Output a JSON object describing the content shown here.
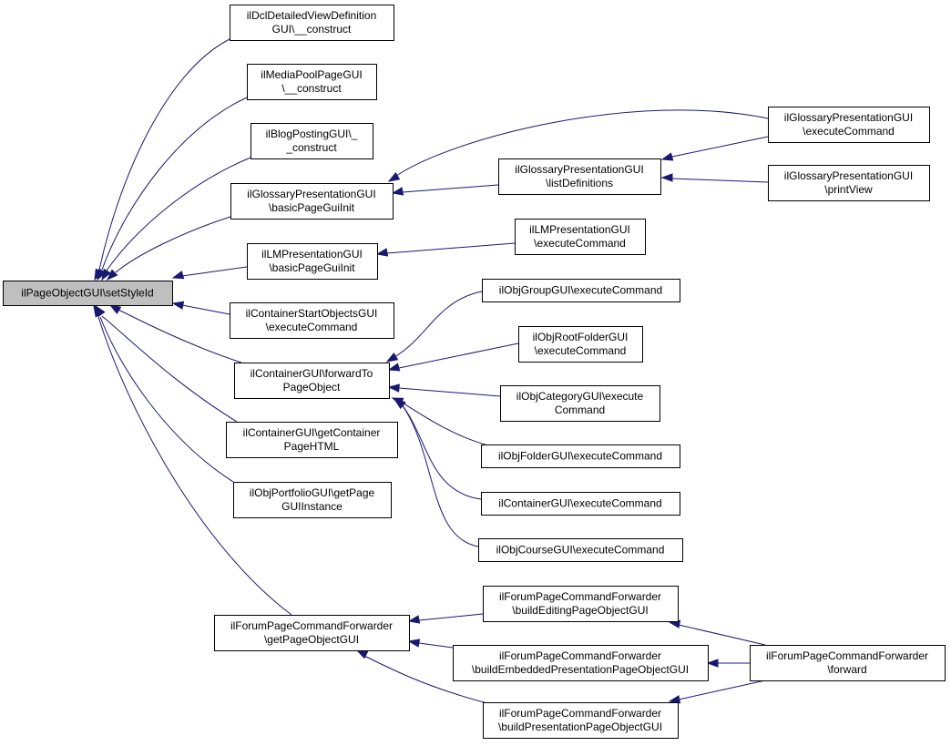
{
  "diagram": {
    "type": "call-graph",
    "title": "ilPageObjectGUI\\setStyleId",
    "edge_color": "#191970",
    "focus_fill": "#bfbfbf",
    "nodes": [
      {
        "id": "root",
        "lines": [
          "ilPageObjectGUI\\setStyleId"
        ],
        "focus": true
      },
      {
        "id": "dcl",
        "lines": [
          "ilDclDetailedViewDefinition",
          "GUI\\__construct"
        ]
      },
      {
        "id": "mediapool",
        "lines": [
          "ilMediaPoolPageGUI",
          "\\__construct"
        ]
      },
      {
        "id": "blog",
        "lines": [
          "ilBlogPostingGUI\\_",
          "_construct"
        ]
      },
      {
        "id": "glos_basic",
        "lines": [
          "ilGlossaryPresentationGUI",
          "\\basicPageGuiInit"
        ]
      },
      {
        "id": "lm_basic",
        "lines": [
          "ilLMPresentationGUI",
          "\\basicPageGuiInit"
        ]
      },
      {
        "id": "cont_start",
        "lines": [
          "ilContainerStartObjectsGUI",
          "\\executeCommand"
        ]
      },
      {
        "id": "cont_fwd",
        "lines": [
          "ilContainerGUI\\forwardTo",
          "PageObject"
        ]
      },
      {
        "id": "cont_getpage",
        "lines": [
          "ilContainerGUI\\getContainer",
          "PageHTML"
        ]
      },
      {
        "id": "portfolio",
        "lines": [
          "ilObjPortfolioGUI\\getPage",
          "GUIInstance"
        ]
      },
      {
        "id": "forum_get",
        "lines": [
          "ilForumPageCommandForwarder",
          "\\getPageObjectGUI"
        ]
      },
      {
        "id": "glos_list",
        "lines": [
          "ilGlossaryPresentationGUI",
          "\\listDefinitions"
        ]
      },
      {
        "id": "lm_exec",
        "lines": [
          "ilLMPresentationGUI",
          "\\executeCommand"
        ]
      },
      {
        "id": "group_exec",
        "lines": [
          "ilObjGroupGUI\\executeCommand"
        ]
      },
      {
        "id": "root_exec",
        "lines": [
          "ilObjRootFolderGUI",
          "\\executeCommand"
        ]
      },
      {
        "id": "cat_exec",
        "lines": [
          "ilObjCategoryGUI\\execute",
          "Command"
        ]
      },
      {
        "id": "folder_exec",
        "lines": [
          "ilObjFolderGUI\\executeCommand"
        ]
      },
      {
        "id": "cont_exec",
        "lines": [
          "ilContainerGUI\\executeCommand"
        ]
      },
      {
        "id": "course_exec",
        "lines": [
          "ilObjCourseGUI\\executeCommand"
        ]
      },
      {
        "id": "forum_edit",
        "lines": [
          "ilForumPageCommandForwarder",
          "\\buildEditingPageObjectGUI"
        ]
      },
      {
        "id": "forum_embed",
        "lines": [
          "ilForumPageCommandForwarder",
          "\\buildEmbeddedPresentationPageObjectGUI"
        ]
      },
      {
        "id": "forum_pres",
        "lines": [
          "ilForumPageCommandForwarder",
          "\\buildPresentationPageObjectGUI"
        ]
      },
      {
        "id": "glos_exec",
        "lines": [
          "ilGlossaryPresentationGUI",
          "\\executeCommand"
        ]
      },
      {
        "id": "glos_print",
        "lines": [
          "ilGlossaryPresentationGUI",
          "\\printView"
        ]
      },
      {
        "id": "forum_forward",
        "lines": [
          "ilForumPageCommandForwarder",
          "\\forward"
        ]
      }
    ],
    "edges": [
      {
        "from": "dcl",
        "to": "root"
      },
      {
        "from": "mediapool",
        "to": "root"
      },
      {
        "from": "blog",
        "to": "root"
      },
      {
        "from": "glos_basic",
        "to": "root"
      },
      {
        "from": "lm_basic",
        "to": "root"
      },
      {
        "from": "cont_start",
        "to": "root"
      },
      {
        "from": "cont_fwd",
        "to": "root"
      },
      {
        "from": "cont_getpage",
        "to": "root"
      },
      {
        "from": "portfolio",
        "to": "root"
      },
      {
        "from": "forum_get",
        "to": "root"
      },
      {
        "from": "glos_exec",
        "to": "glos_basic"
      },
      {
        "from": "glos_list",
        "to": "glos_basic"
      },
      {
        "from": "glos_exec",
        "to": "glos_list"
      },
      {
        "from": "glos_print",
        "to": "glos_list"
      },
      {
        "from": "lm_exec",
        "to": "lm_basic"
      },
      {
        "from": "group_exec",
        "to": "cont_fwd"
      },
      {
        "from": "root_exec",
        "to": "cont_fwd"
      },
      {
        "from": "cat_exec",
        "to": "cont_fwd"
      },
      {
        "from": "folder_exec",
        "to": "cont_fwd"
      },
      {
        "from": "cont_exec",
        "to": "cont_fwd"
      },
      {
        "from": "course_exec",
        "to": "cont_fwd"
      },
      {
        "from": "forum_edit",
        "to": "forum_get"
      },
      {
        "from": "forum_embed",
        "to": "forum_get"
      },
      {
        "from": "forum_pres",
        "to": "forum_get"
      },
      {
        "from": "forum_forward",
        "to": "forum_edit"
      },
      {
        "from": "forum_forward",
        "to": "forum_embed"
      },
      {
        "from": "forum_forward",
        "to": "forum_pres"
      }
    ]
  }
}
